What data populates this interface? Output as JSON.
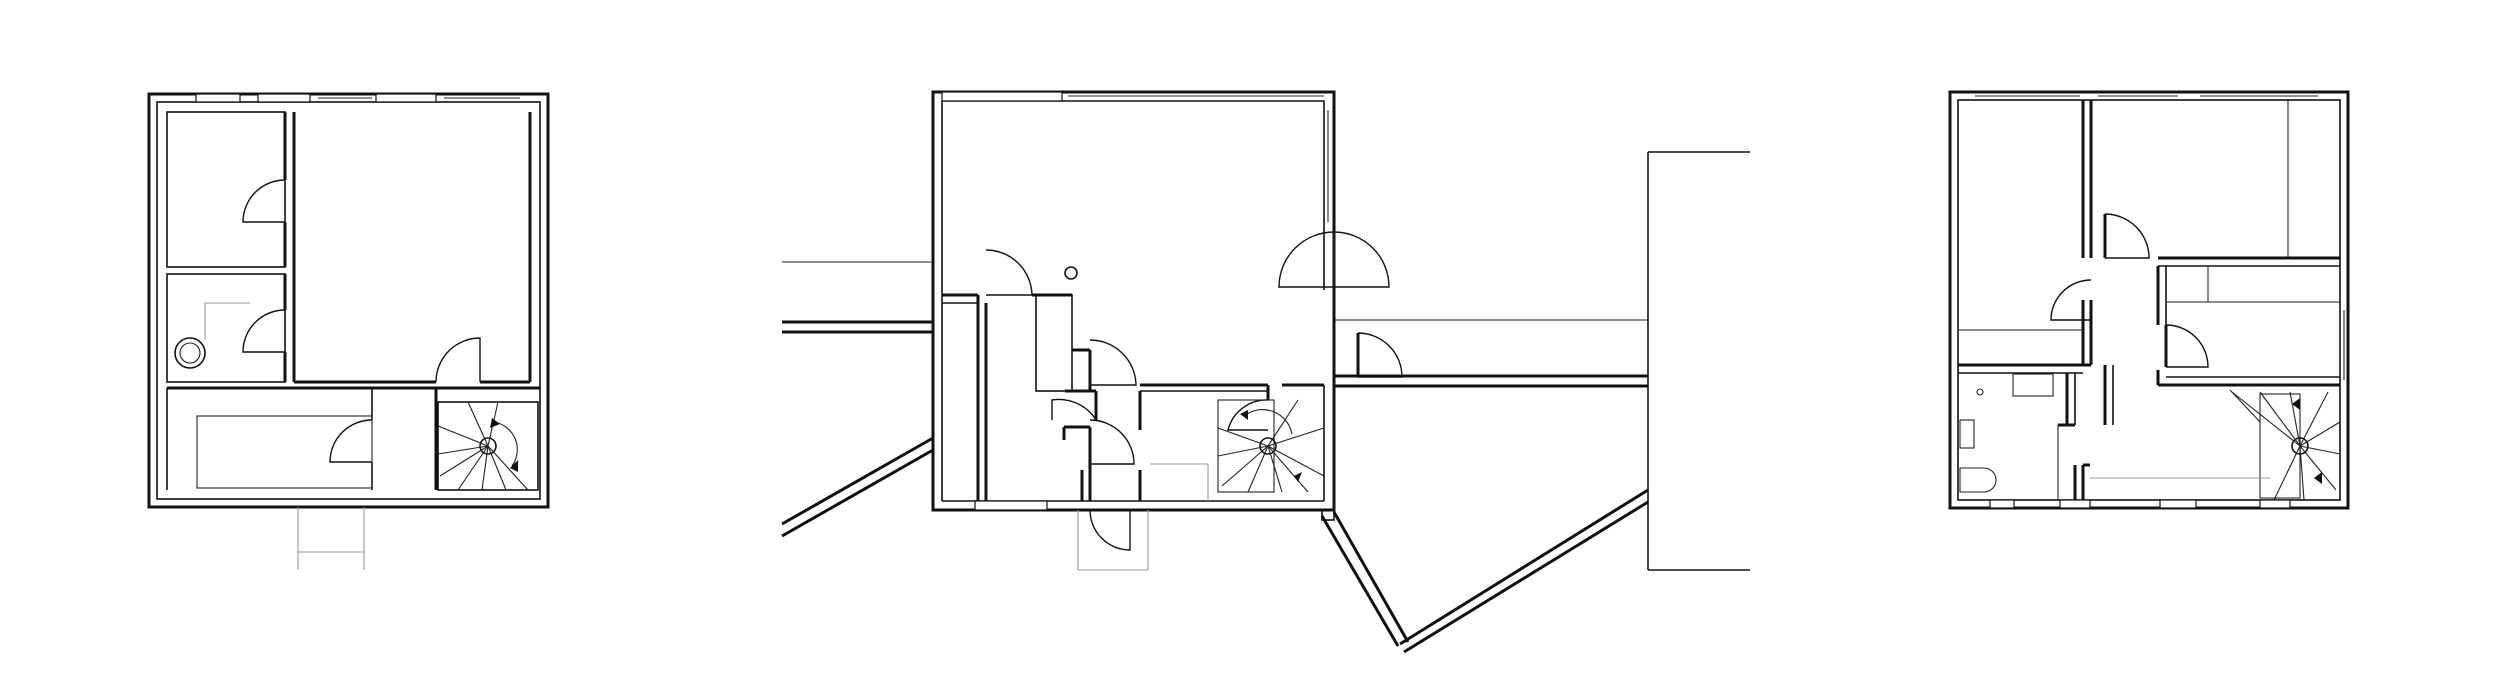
{
  "drawing": {
    "kind": "architectural floor plans",
    "line_color": "#111111",
    "background": "#ffffff",
    "plans": [
      {
        "id": "basement",
        "rooms": 5,
        "has_spiral_stair": true,
        "has_boiler": true
      },
      {
        "id": "ground",
        "rooms": 4,
        "has_spiral_stair": true,
        "has_terrace_walls": true
      },
      {
        "id": "upper",
        "rooms": 5,
        "has_spiral_stair": true,
        "has_bathroom": true
      }
    ]
  }
}
